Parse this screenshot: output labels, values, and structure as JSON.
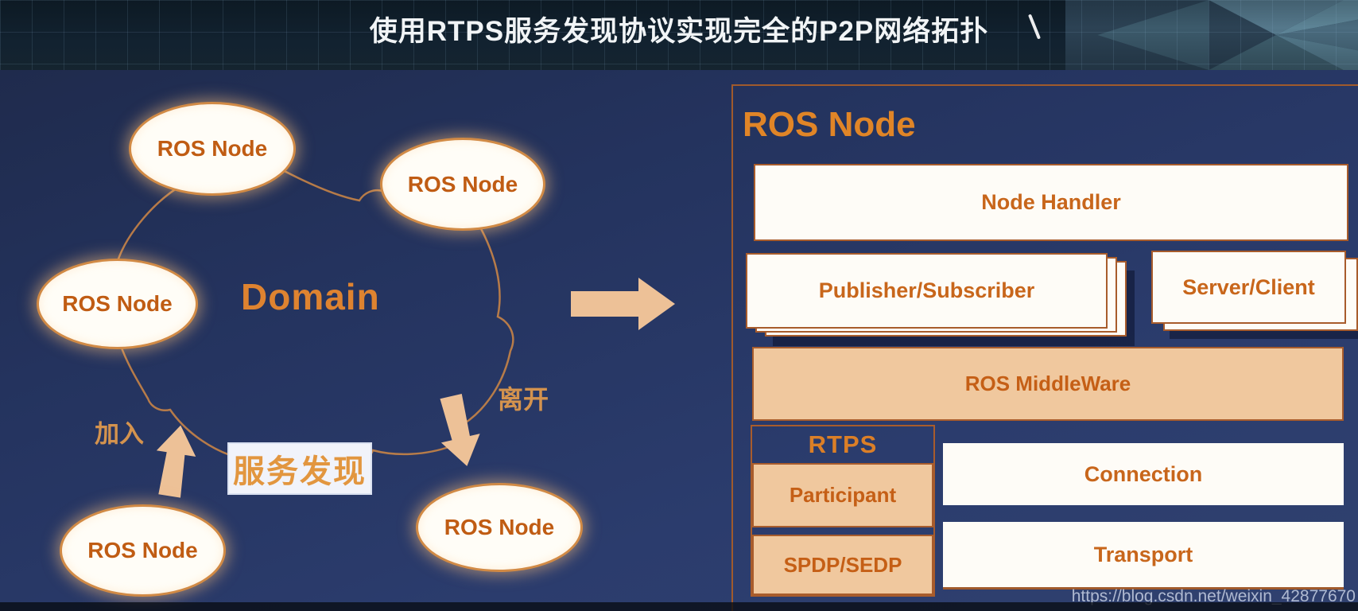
{
  "slide": {
    "title": "使用RTPS服务发现协议实现完全的P2P网络拓扑",
    "watermark": "https://blog.csdn.net/weixin_42877670"
  },
  "cloud_diagram": {
    "domain_label": "Domain",
    "nodes": [
      "ROS Node",
      "ROS Node",
      "ROS Node",
      "ROS Node",
      "ROS Node"
    ],
    "join_label": "加入",
    "leave_label": "离开",
    "discovery_label": "服务发现"
  },
  "architecture": {
    "title": "ROS Node",
    "node_handler_label": "Node Handler",
    "publisher_subscriber_label": "Publisher/Subscriber",
    "server_client_label": "Server/Client",
    "middleware_label": "ROS MiddleWare",
    "rtps": {
      "title": "RTPS",
      "participant_label": "Participant",
      "spdp_sedp_label": "SPDP/SEDP"
    },
    "connection_label": "Connection",
    "transport_label": "Transport"
  },
  "colors": {
    "accent_orange": "#e08527",
    "label_orange": "#c8661b",
    "peach_fill": "#f0c89e",
    "box_border": "#a85c2c",
    "navy_background": "#29386a",
    "band_background": "#122230",
    "title_text": "#f1f4f6",
    "watermark_text": "#bac4da"
  }
}
